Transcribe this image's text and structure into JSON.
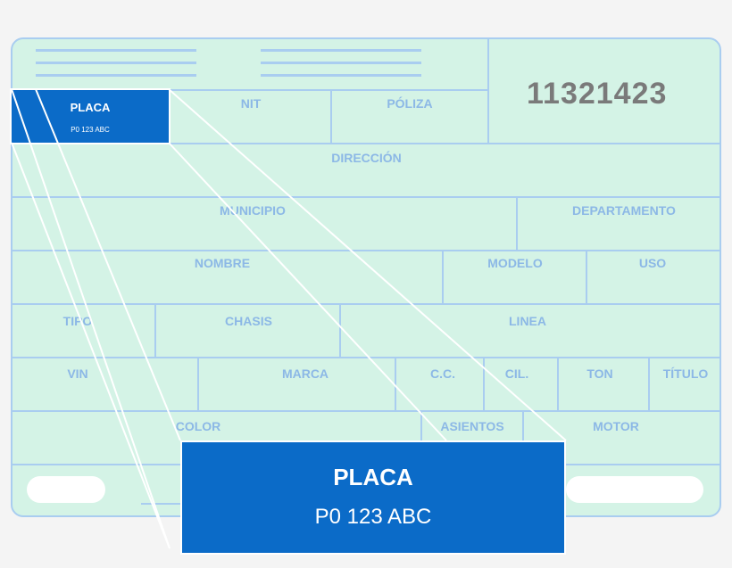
{
  "card": {
    "number": "11321423",
    "fields": {
      "nit": "NIT",
      "poliza": "PÓLIZA",
      "direccion": "DIRECCIÓN",
      "municipio": "MUNICIPIO",
      "departamento": "DEPARTAMENTO",
      "nombre": "NOMBRE",
      "modelo": "MODELO",
      "uso": "USO",
      "tipo": "TIPO",
      "chasis": "CHASIS",
      "linea": "LINEA",
      "vin": "VIN",
      "marca": "MARCA",
      "cc": "C.C.",
      "cil": "CIL.",
      "ton": "TON",
      "titulo": "TÍTULO",
      "color": "COLOR",
      "asientos": "ASIENTOS",
      "motor": "MOTOR"
    }
  },
  "placa": {
    "label": "PLACA",
    "value": "P0 123 ABC"
  },
  "colors": {
    "card_bg": "#d4f3e6",
    "card_lines": "#a9cdf0",
    "label_text": "#8cb8e6",
    "placa_bg": "#0b6bc8",
    "number_text": "#7a7a7a"
  }
}
